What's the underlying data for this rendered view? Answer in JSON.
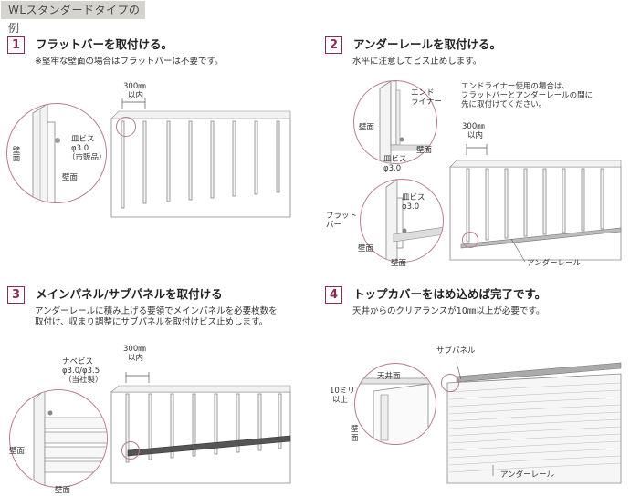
{
  "header": {
    "tag": "WLスタンダードタイプの例"
  },
  "steps": [
    {
      "num": "1",
      "title": "フラットバーを取付ける。",
      "desc": [
        "※堅牢な壁面の場合はフラットバーは不要です。"
      ]
    },
    {
      "num": "2",
      "title": "アンダーレールを取付ける。",
      "desc": [
        "水平に注意してビス止めします。"
      ]
    },
    {
      "num": "3",
      "title": "メインパネル/サブパネルを取付ける",
      "desc": [
        "アンダーレールに積み上げる要領でメインパネルを必要枚数を",
        "取付け、収まり調整にサブパネルを取付けビス止めします。"
      ]
    },
    {
      "num": "4",
      "title": "トップカバーをはめ込めば完了です。",
      "desc": [
        "天井からのクリアランスが10㎜以上が必要です。"
      ]
    }
  ],
  "labels": {
    "s1": {
      "dim": "300㎜",
      "dim2": "以内",
      "wall_side": "壁面",
      "screw1": "皿ビス",
      "screw2": "φ3.0",
      "screw3": "（市販品）",
      "wall_bottom": "壁面"
    },
    "s2": {
      "end1": "エンド",
      "end2": "ライナー",
      "wall1": "壁面",
      "wall1b": "壁面",
      "screw1": "皿ビス",
      "screw2": "φ3.0",
      "note": [
        "エンドライナー使用の場合は、",
        "フラットバーとアンダーレールの間に",
        "先に取付けてください。"
      ],
      "dim": "300㎜",
      "dim2": "以内",
      "fb1": "フラット",
      "fb2": "バー",
      "screw3": "皿ビス",
      "screw4": "φ3.0",
      "wall2": "壁面",
      "wall2b": "壁面",
      "rail": "アンダーレール"
    },
    "s3": {
      "screw1": "ナベビス",
      "screw2": "φ3.0/φ3.5",
      "screw3": "（当社製）",
      "dim": "300㎜",
      "dim2": "以内",
      "wall1": "壁面",
      "wall2": "壁面"
    },
    "s4": {
      "sub": "サブパネル",
      "ceiling": "天井面",
      "gap1": "10ミリ",
      "gap2": "以上",
      "wall": "壁",
      "wall2": "面",
      "rail": "アンダーレール"
    }
  }
}
